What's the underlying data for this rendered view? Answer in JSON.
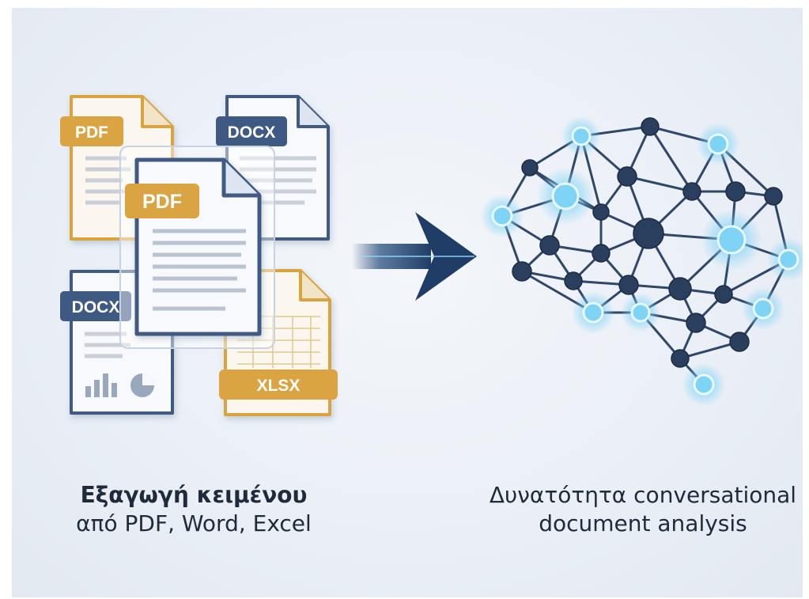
{
  "documents": {
    "back_pdf_tag": "PDF",
    "back_docx_tag": "DOCX",
    "front_pdf_tag": "PDF",
    "bottom_docx_tag": "DOCX",
    "xlsx_tag": "XLSX"
  },
  "colors": {
    "gold": "#d9a441",
    "navy": "#3f5a82",
    "arrow": "#1f3d66",
    "node_glow": "#7fd3f5",
    "node_dark": "#2a3f5e"
  },
  "captions": {
    "left_title": "Εξαγωγή κειμένου",
    "left_subtitle": "από PDF, Word, Excel",
    "right_line1": "Δυνατότητα conversational",
    "right_line2": "document analysis"
  }
}
